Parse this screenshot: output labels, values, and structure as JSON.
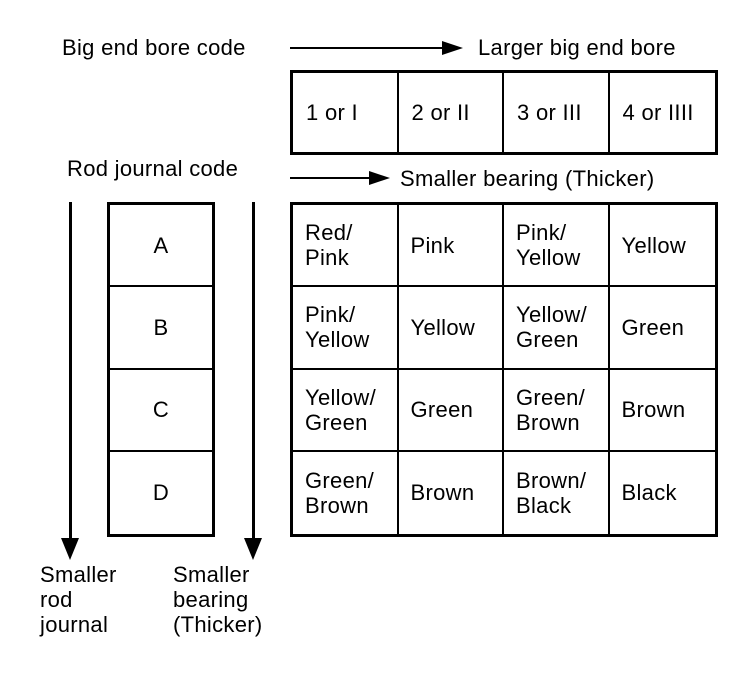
{
  "labels": {
    "big_end_bore_code": "Big end bore code",
    "larger_big_end_bore": "Larger big end bore",
    "rod_journal_code": "Rod journal code",
    "smaller_bearing_thicker": "Smaller bearing (Thicker)",
    "smaller_rod_journal_multiline": "Smaller\nrod\njournal",
    "smaller_bearing_thicker_multiline": "Smaller\nbearing\n(Thicker)"
  },
  "bore_code_cells": [
    "1 or I",
    "2 or II",
    "3 or III",
    "4 or IIII"
  ],
  "rod_journal_cells": [
    "A",
    "B",
    "C",
    "D"
  ],
  "bearing_colors": [
    [
      "Red/\nPink",
      "Pink",
      "Pink/\nYellow",
      "Yellow"
    ],
    [
      "Pink/\nYellow",
      "Yellow",
      "Yellow/\nGreen",
      "Green"
    ],
    [
      "Yellow/\nGreen",
      "Green",
      "Green/\nBrown",
      "Brown"
    ],
    [
      "Green/\nBrown",
      "Brown",
      "Brown/\nBlack",
      "Black"
    ]
  ],
  "colors": {
    "ink": "#000000",
    "background": "#ffffff"
  }
}
